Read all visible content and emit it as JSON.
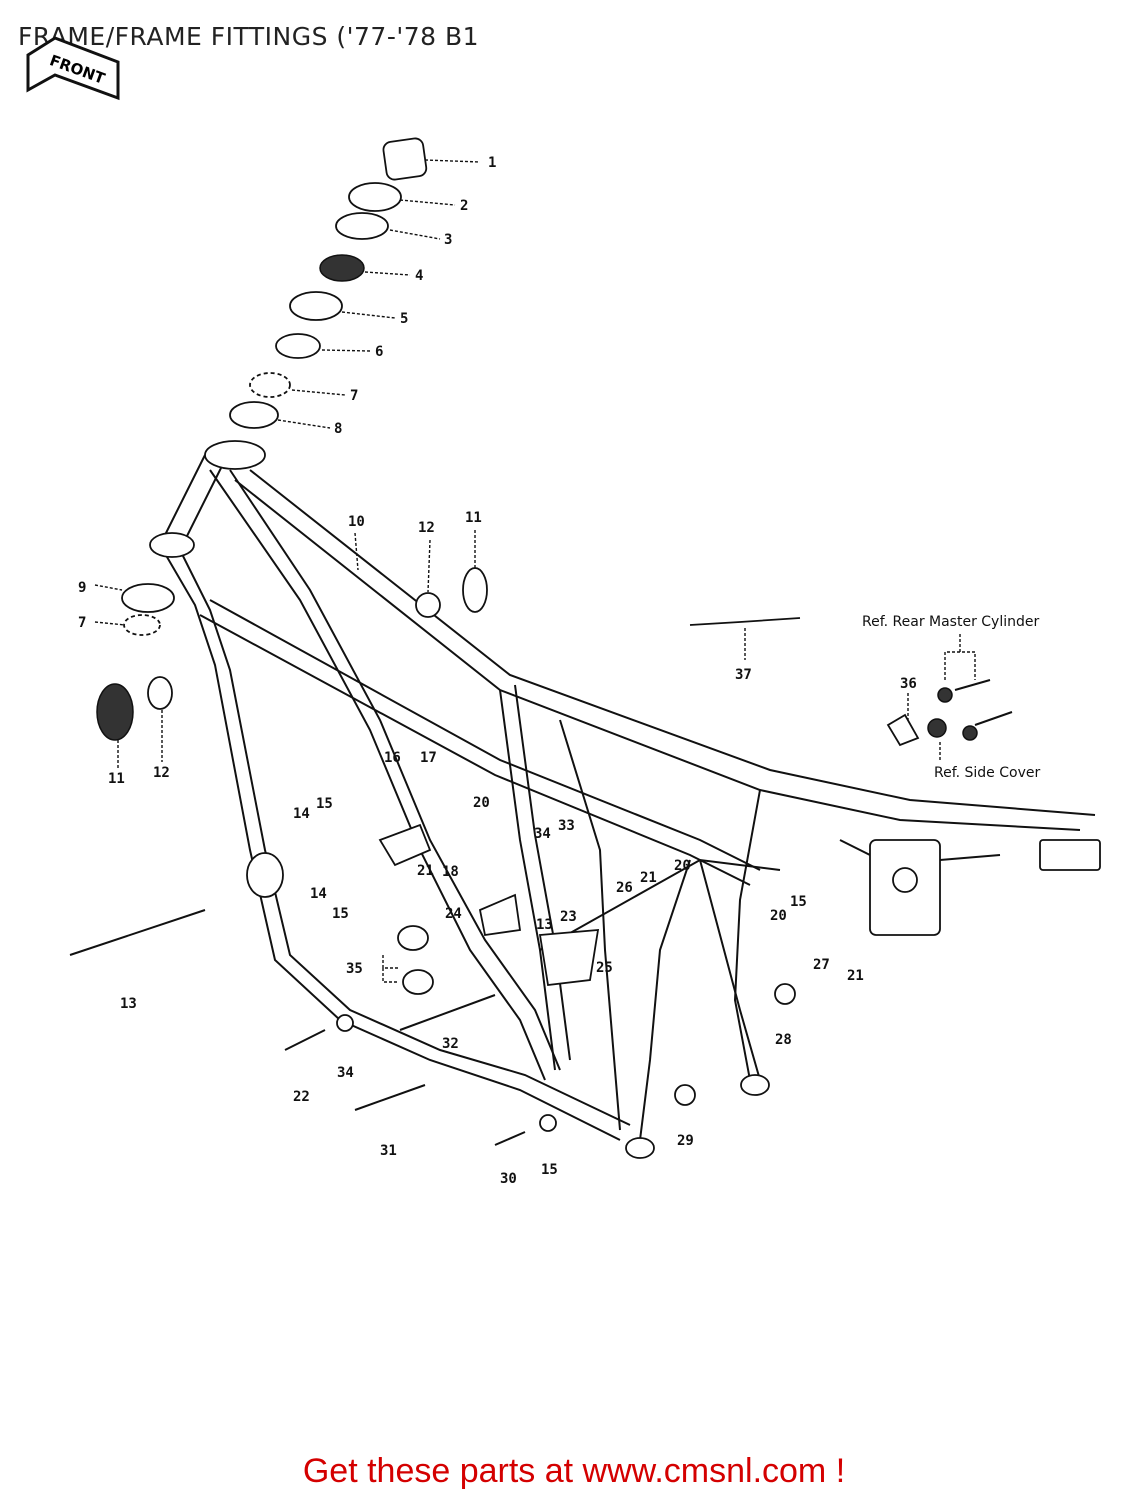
{
  "page": {
    "title": "FRAME/FRAME FITTINGS ('77-'78 B1",
    "footer_cta": "Get these parts at www.cmsnl.com !"
  },
  "diagram": {
    "front_label": "FRONT",
    "ref_notes": [
      "Ref. Rear Master Cylinder",
      "Ref. Side Cover"
    ],
    "callouts": [
      "1",
      "2",
      "3",
      "4",
      "5",
      "6",
      "7",
      "8",
      "10",
      "12",
      "11",
      "9",
      "7",
      "37",
      "11",
      "12",
      "36",
      "16",
      "17",
      "14",
      "15",
      "20",
      "21",
      "18",
      "34",
      "33",
      "14",
      "15",
      "26",
      "21",
      "20",
      "24",
      "13",
      "23",
      "15",
      "20",
      "27",
      "21",
      "13",
      "35",
      "25",
      "28",
      "32",
      "34",
      "22",
      "29",
      "31",
      "30",
      "15"
    ]
  },
  "colors": {
    "footer": "#d40000",
    "ink": "#111111"
  }
}
